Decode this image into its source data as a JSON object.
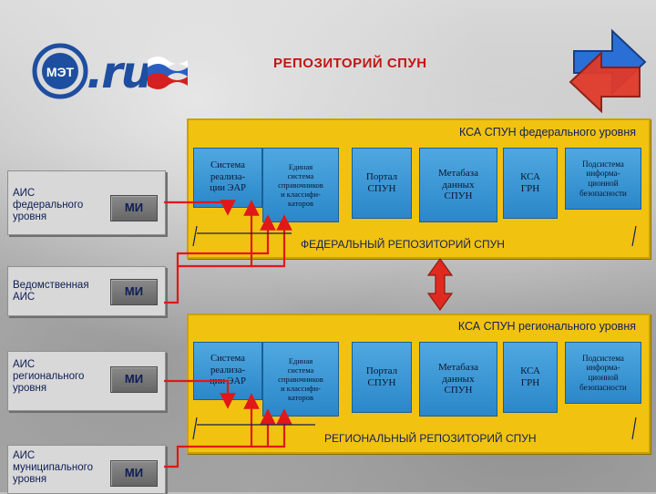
{
  "header": {
    "title": "РЕПОЗИТОРИЙ СПУН",
    "logo_text": ".ru",
    "logo_emblem_text": "МЭТ"
  },
  "federal": {
    "title": "КСА СПУН федерального уровня",
    "repository": "ФЕДЕРАЛЬНЫЙ РЕПОЗИТОРИЙ СПУН",
    "modules": [
      "Система\nреализа-\nции ЭАР",
      "Единая\nсистема\nсправочников\nи классифи-\nкаторов",
      "Портал\nСПУН",
      "Метабаза\nданных\nСПУН",
      "КСА\nГРН",
      "Подсистема\nинформа-\nционной\nбезопасности"
    ]
  },
  "regional": {
    "title": "КСА СПУН регионального уровня",
    "repository": "РЕГИОНАЛЬНЫЙ РЕПОЗИТОРИЙ СПУН",
    "modules": [
      "Система\nреализа-\nции ЭАР",
      "Единая\nсистема\nсправочников\nи классифи-\nкаторов",
      "Портал\nСПУН",
      "Метабаза\nданных\nСПУН",
      "КСА\nГРН",
      "Подсистема\nинформа-\nционной\nбезопасности"
    ]
  },
  "sources": [
    {
      "label": "АИС\nфедерального\nуровня",
      "mi": "МИ"
    },
    {
      "label": "Ведомственная\nАИС",
      "mi": "МИ"
    },
    {
      "label": "АИС\nрегионального\nуровня",
      "mi": "МИ"
    },
    {
      "label": "АИС\nмуниципального\nуровня",
      "mi": "МИ"
    }
  ],
  "colors": {
    "panel": "#f2c211",
    "module": "#3a97d6",
    "connector": "#e01818",
    "title": "#c41414"
  }
}
